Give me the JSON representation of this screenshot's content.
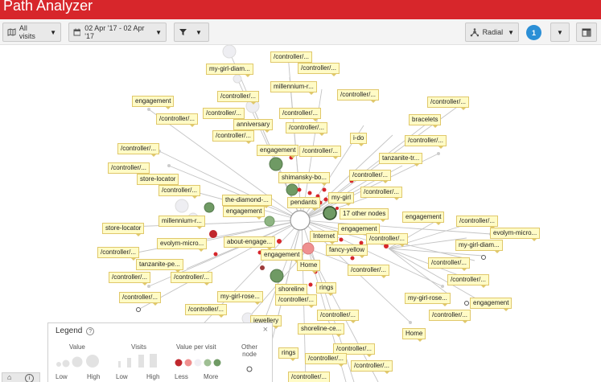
{
  "app": {
    "title": "Path Analyzer"
  },
  "toolbar": {
    "segment_label": "All visits",
    "date_label": "02 Apr '17 - 02 Apr '17",
    "layout_label": "Radial",
    "badge_count": "1"
  },
  "nodes": {
    "controller_1": "/controller/...",
    "my_girl_diam_top": "my-girl-diam...",
    "controller_2": "/controller/...",
    "millennium_top": "millennium-r...",
    "engagement_1": "engagement",
    "controller_3": "/controller/...",
    "controller_4": "/controller/...",
    "controller_5": "/controller/...",
    "controller_6": "/controller/...",
    "controller_7": "/controller/...",
    "anniversary": "anniversary",
    "bracelets": "bracelets",
    "controller_8": "/controller/...",
    "controller_9": "/controller/...",
    "i_do": "i-do",
    "controller_10": "/controller/...",
    "engagement_2": "engagement",
    "controller_11": "/controller/...",
    "tanzanite_tr": "tanzanite-tr...",
    "controller_12": "/controller/...",
    "store_locator_1": "store-locator",
    "shimansky": "shimansky-bo...",
    "controller_13": "/controller/...",
    "controller_14": "/controller/...",
    "controller_15": "/controller/...",
    "pendants": "pendants",
    "my_girl": "my-girl",
    "the_diamond": "the-diamond-...",
    "seventeen_other": "17 other nodes",
    "engagement_3": "engagement",
    "millennium_mid": "millennium-r...",
    "engagement_4": "engagement",
    "controller_16": "/controller/...",
    "store_locator_2": "store-locator",
    "evolym_right": "evolym-micro...",
    "engagement_5": "engagement",
    "internet": "Internet",
    "controller_17": "/controller/...",
    "evolym_left": "evolym-micro...",
    "about_engage": "about-engage...",
    "my_girl_diam_right": "my-girl-diam...",
    "fancy_yellow": "fancy-yellow",
    "controller_18": "/controller/...",
    "engagement_6": "engagement",
    "controller_19": "/controller/...",
    "tanzanite_pe": "tanzanite-pe...",
    "home_1": "Home",
    "controller_20": "/controller/...",
    "controller_21": "/controller/...",
    "controller_22": "/controller/...",
    "controller_23": "/controller/...",
    "shoreline": "shoreline",
    "rings_1": "rings",
    "controller_24": "/controller/...",
    "my_girl_rose_left": "my-girl-rose...",
    "controller_25": "/controller/...",
    "my_girl_rose_right": "my-girl-rose...",
    "engagement_7": "engagement",
    "controller_26": "/controller/...",
    "controller_27": "/controller/...",
    "jewellery": "jewellery",
    "shoreline_ce": "shoreline-ce...",
    "home_2": "Home",
    "controller_28": "/controller/...",
    "rings_2": "rings",
    "controller_29": "/controller/...",
    "controller_30": "/controller/...",
    "controller_31": "/controller/..."
  },
  "legend": {
    "title": "Legend",
    "value_heading": "Value",
    "visits_heading": "Visits",
    "value_per_visit_heading": "Value per visit",
    "other_node_heading": "Other node",
    "low_1": "Low",
    "high_1": "High",
    "low_2": "Low",
    "high_2": "High",
    "less": "Less",
    "more": "More",
    "close": "×",
    "help": "?"
  },
  "colors": {
    "brand_red": "#d7262b",
    "label_fill": "#fffbc6",
    "badge_blue": "#2b8fd6",
    "node_green": "#6f9a64",
    "node_pink": "#ef9090",
    "node_red": "#c0272d"
  }
}
